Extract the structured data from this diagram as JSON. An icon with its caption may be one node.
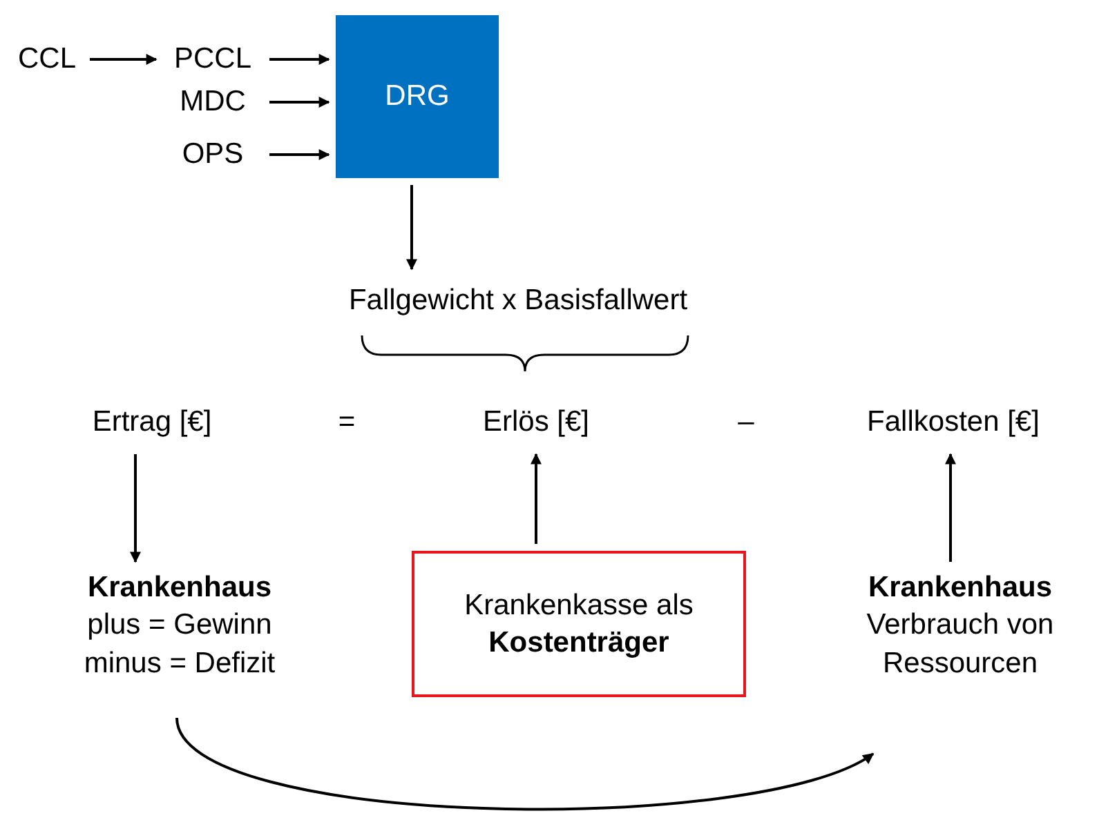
{
  "diagram": {
    "nodes": [
      {
        "text": [
          "CCL"
        ]
      },
      {
        "text": [
          "PCCL"
        ]
      },
      {
        "text": [
          "MDC"
        ]
      },
      {
        "text": [
          "OPS"
        ]
      },
      {
        "text": [
          "DRG"
        ]
      },
      {
        "text": [
          "Fallgewicht x Basisfallwert"
        ]
      },
      {
        "text": [
          "Ertrag [€]"
        ]
      },
      {
        "text": [
          "Erlös [€]"
        ]
      },
      {
        "text": [
          "Fallkosten [€]"
        ]
      },
      {
        "text": [
          "Krankenhaus",
          "plus = Gewinn",
          "minus = Defizit"
        ]
      },
      {
        "text": [
          "Krankenkasse als **Kostenträger**"
        ]
      },
      {
        "text": [
          "Krankenhaus",
          "Verbrauch von Ressourcen"
        ]
      }
    ],
    "edges": [
      {
        "from": 0,
        "to": 1,
        "arrow": "to"
      },
      {
        "from": 1,
        "to": 4,
        "arrow": "to"
      },
      {
        "from": 2,
        "to": 4,
        "arrow": "to"
      },
      {
        "from": 3,
        "to": 4,
        "arrow": "to"
      },
      {
        "from": 4,
        "to": 5,
        "arrow": "to"
      },
      {
        "from": 6,
        "to": 9,
        "arrow": "to"
      },
      {
        "from": 10,
        "to": 7,
        "arrow": "to"
      },
      {
        "from": 11,
        "to": 8,
        "arrow": "to"
      },
      {
        "from": 9,
        "to": 11,
        "arrow": "to"
      }
    ],
    "labels": [
      "=",
      "–"
    ]
  }
}
